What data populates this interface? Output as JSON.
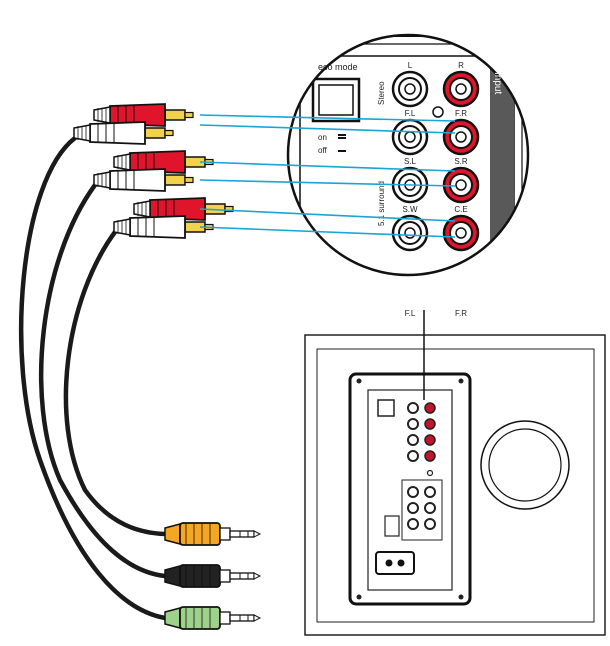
{
  "panel": {
    "eco_mode": "eco mode",
    "stereo": "Stereo",
    "surround": "5.1 surround",
    "on": "on",
    "off": "off",
    "input": "Input",
    "jack_labels": [
      "L",
      "R",
      "F.L",
      "F.R",
      "S.L",
      "S.R",
      "S.W",
      "C.E"
    ],
    "output_labels": [
      "F.L",
      "F.R"
    ]
  },
  "colors": {
    "red_plug": "#e0152b",
    "white_plug": "#ffffff",
    "gold_tip": "#f3d24b",
    "cable": "#1a1a1a",
    "wire": "#19a6d6",
    "orange_jack": "#f5a623",
    "black_jack": "#222222",
    "green_jack": "#9ed28a"
  },
  "icons": [
    "rca-plug-icon",
    "mini-jack-icon",
    "power-socket-icon",
    "speaker-driver-icon"
  ]
}
